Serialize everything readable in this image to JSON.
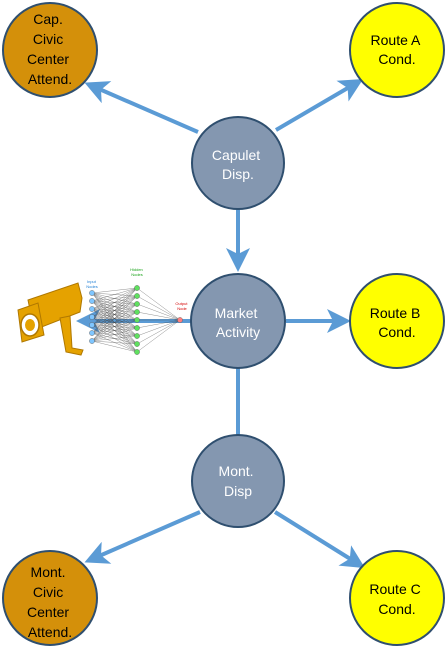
{
  "colors": {
    "arrow": "#5b9bd5",
    "gold_node": "#d4900a",
    "yellow_node": "#ffff00",
    "slate_node": "#8497b0",
    "node_border": "#2f4f6f",
    "camera": "#e5a200"
  },
  "nodes": {
    "cap_civic": {
      "lines": [
        "Cap.",
        "Civic",
        "Center",
        "Attend."
      ]
    },
    "route_a": {
      "lines": [
        "Route A",
        "Cond."
      ]
    },
    "capulet": {
      "lines": [
        "Capulet",
        "Disp."
      ]
    },
    "market": {
      "lines": [
        "Market",
        "Activity"
      ]
    },
    "route_b": {
      "lines": [
        "Route B",
        "Cond."
      ]
    },
    "mont": {
      "lines": [
        "Mont.",
        "Disp"
      ]
    },
    "mont_civic": {
      "lines": [
        "Mont.",
        "Civic",
        "Center",
        "Attend."
      ]
    },
    "route_c": {
      "lines": [
        "Route C",
        "Cond."
      ]
    }
  },
  "neural_net": {
    "input_label": [
      "Input",
      "Nodes"
    ],
    "hidden_label": [
      "Hidden",
      "Nodes"
    ],
    "output_label": [
      "Output",
      "Node"
    ],
    "icon": "camera-icon"
  }
}
